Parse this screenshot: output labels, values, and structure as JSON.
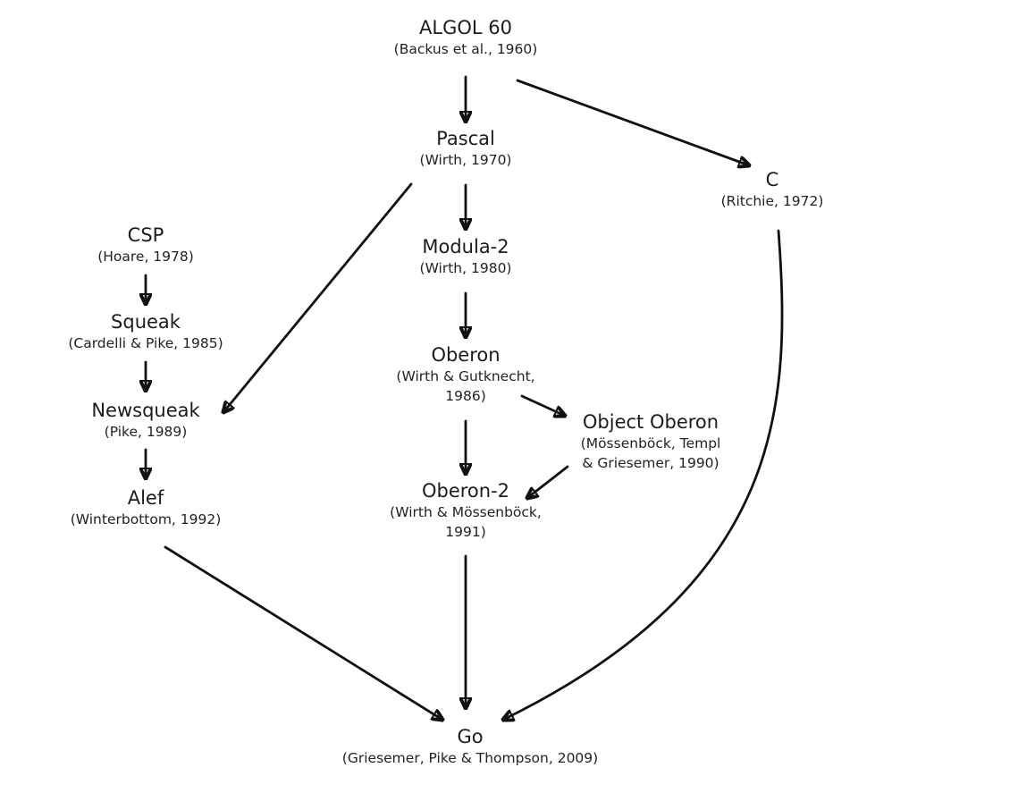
{
  "diagram": {
    "nodes": {
      "algol60": {
        "name": "ALGOL 60",
        "cite": [
          "(Backus et al., 1960)"
        ]
      },
      "pascal": {
        "name": "Pascal",
        "cite": [
          "(Wirth, 1970)"
        ]
      },
      "c": {
        "name": "C",
        "cite": [
          "(Ritchie, 1972)"
        ]
      },
      "csp": {
        "name": "CSP",
        "cite": [
          "(Hoare, 1978)"
        ]
      },
      "modula2": {
        "name": "Modula-2",
        "cite": [
          "(Wirth, 1980)"
        ]
      },
      "squeak": {
        "name": "Squeak",
        "cite": [
          "(Cardelli & Pike, 1985)"
        ]
      },
      "oberon": {
        "name": "Oberon",
        "cite": [
          "(Wirth & Gutknecht,",
          "1986)"
        ]
      },
      "newsqueak": {
        "name": "Newsqueak",
        "cite": [
          "(Pike, 1989)"
        ]
      },
      "object_oberon": {
        "name": "Object Oberon",
        "cite": [
          "(Mössenböck, Templ",
          "& Griesemer, 1990)"
        ]
      },
      "oberon2": {
        "name": "Oberon-2",
        "cite": [
          "(Wirth & Mössenböck,",
          "1991)"
        ]
      },
      "alef": {
        "name": "Alef",
        "cite": [
          "(Winterbottom, 1992)"
        ]
      },
      "go": {
        "name": "Go",
        "cite": [
          "(Griesemer, Pike & Thompson, 2009)"
        ]
      }
    },
    "edges": [
      {
        "from": "algol60",
        "to": "pascal"
      },
      {
        "from": "algol60",
        "to": "c"
      },
      {
        "from": "pascal",
        "to": "modula2"
      },
      {
        "from": "pascal",
        "to": "newsqueak"
      },
      {
        "from": "modula2",
        "to": "oberon"
      },
      {
        "from": "oberon",
        "to": "object_oberon"
      },
      {
        "from": "oberon",
        "to": "oberon2"
      },
      {
        "from": "object_oberon",
        "to": "oberon2"
      },
      {
        "from": "csp",
        "to": "squeak"
      },
      {
        "from": "squeak",
        "to": "newsqueak"
      },
      {
        "from": "newsqueak",
        "to": "alef"
      },
      {
        "from": "alef",
        "to": "go"
      },
      {
        "from": "oberon2",
        "to": "go"
      },
      {
        "from": "c",
        "to": "go"
      }
    ]
  }
}
